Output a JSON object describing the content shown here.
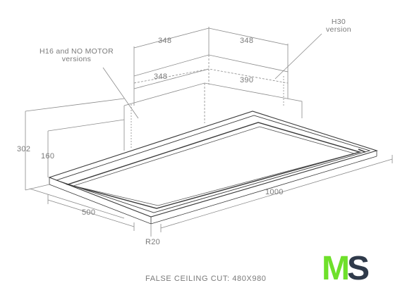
{
  "dimensions": {
    "motor_top_left": "348",
    "motor_top_right": "348",
    "motor_front_width": "348",
    "motor_front_depth": "390",
    "total_height": "302",
    "panel_height": "160",
    "depth": "500",
    "length": "1000",
    "corner_radius": "R20"
  },
  "callouts": {
    "h16_line1": "H16 and NO MOTOR",
    "h16_line2": "versions",
    "h30_line1": "H30",
    "h30_line2": "version"
  },
  "caption": "FALSE CEILING CUT: 480X980",
  "logo": {
    "letter_m": "M",
    "letter_s": "S",
    "color_m": "#6ee02a",
    "color_s": "#2f3a4a"
  },
  "colors": {
    "line": "#8a8a8a",
    "dark_line": "#3a3a3a",
    "text": "#7a7a7a"
  }
}
